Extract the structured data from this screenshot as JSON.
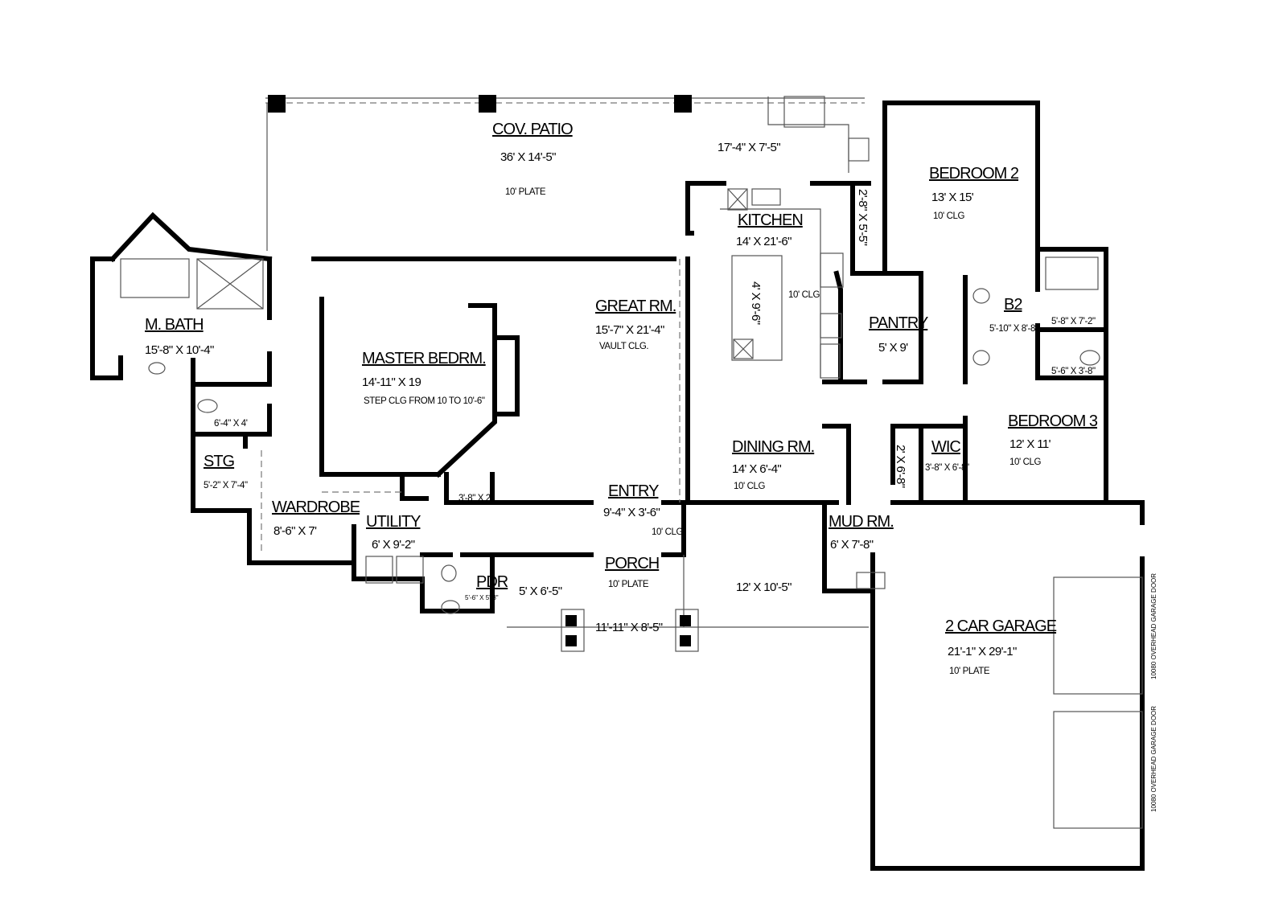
{
  "rooms": {
    "patio": {
      "name": "COV. PATIO",
      "dims": "36' X 14'-5\"",
      "note": "10' PLATE"
    },
    "patio_grill": {
      "dims": "17'-4\" X 7'-5\""
    },
    "kitchen": {
      "name": "KITCHEN",
      "dims": "14' X 21'-6\"",
      "note": "10' CLG",
      "island": "4' X 9'-6\""
    },
    "closet_a": {
      "dims": "2'-8\" X 5'-5\""
    },
    "bedroom2": {
      "name": "BEDROOM 2",
      "dims": "13' X 15'",
      "note": "10' CLG"
    },
    "m_bath": {
      "name": "M. BATH",
      "dims": "15'-8\" X 10'-4\""
    },
    "master": {
      "name": "MASTER BEDRM.",
      "dims": "14'-11\" X 19",
      "note": "STEP CLG FROM 10 TO 10'-6\""
    },
    "great": {
      "name": "GREAT RM.",
      "dims": "15'-7\" X 21'-4\"",
      "note": "VAULT CLG."
    },
    "pantry": {
      "name": "PANTRY",
      "dims": "5' X 9'"
    },
    "b2": {
      "name": "B2",
      "dims": "5'-10\" X 8'-8\""
    },
    "b2_tub": {
      "dims": "5'-8\" X 7'-2\""
    },
    "b2_wc": {
      "dims": "5'-6\" X 3'-8\""
    },
    "wc": {
      "dims": "6'-4\" X 4'"
    },
    "bedroom3": {
      "name": "BEDROOM 3",
      "dims": "12' X 11'",
      "note": "10' CLG"
    },
    "stg": {
      "name": "STG",
      "dims": "5'-2\" X 7'-4\""
    },
    "dining": {
      "name": "DINING RM.",
      "dims": "14' X 6'-4\"",
      "note": "10' CLG"
    },
    "closet_b": {
      "dims": "2' X 6'-8\""
    },
    "wic": {
      "name": "WIC",
      "dims": "3'-8\" X 6'-8\""
    },
    "closet_c": {
      "dims": "3'-8\" X 2'"
    },
    "entry": {
      "name": "ENTRY",
      "dims": "9'-4\" X 3'-6\"",
      "note": "10' CLG"
    },
    "wardrobe": {
      "name": "WARDROBE",
      "dims": "8'-6\" X 7'"
    },
    "utility": {
      "name": "UTILITY",
      "dims": "6' X 9'-2\""
    },
    "mud": {
      "name": "MUD RM.",
      "dims": "6' X 7'-8\""
    },
    "porch": {
      "name": "PORCH",
      "note": "10' PLATE",
      "dims": "11'-11\" X 8'-5\""
    },
    "porch_left": {
      "dims": "5' X 6'-5\""
    },
    "porch_right": {
      "dims": "12' X 10'-5\""
    },
    "pdr": {
      "name": "PDR",
      "dims": "5'-6\" X 5'-8\""
    },
    "garage": {
      "name": "2 CAR GARAGE",
      "dims": "21'-1\" X 29'-1\"",
      "note": "10' PLATE",
      "door1": "10080 OVERHEAD GARAGE DOOR",
      "door2": "10080 OVERHEAD GARAGE DOOR"
    }
  }
}
